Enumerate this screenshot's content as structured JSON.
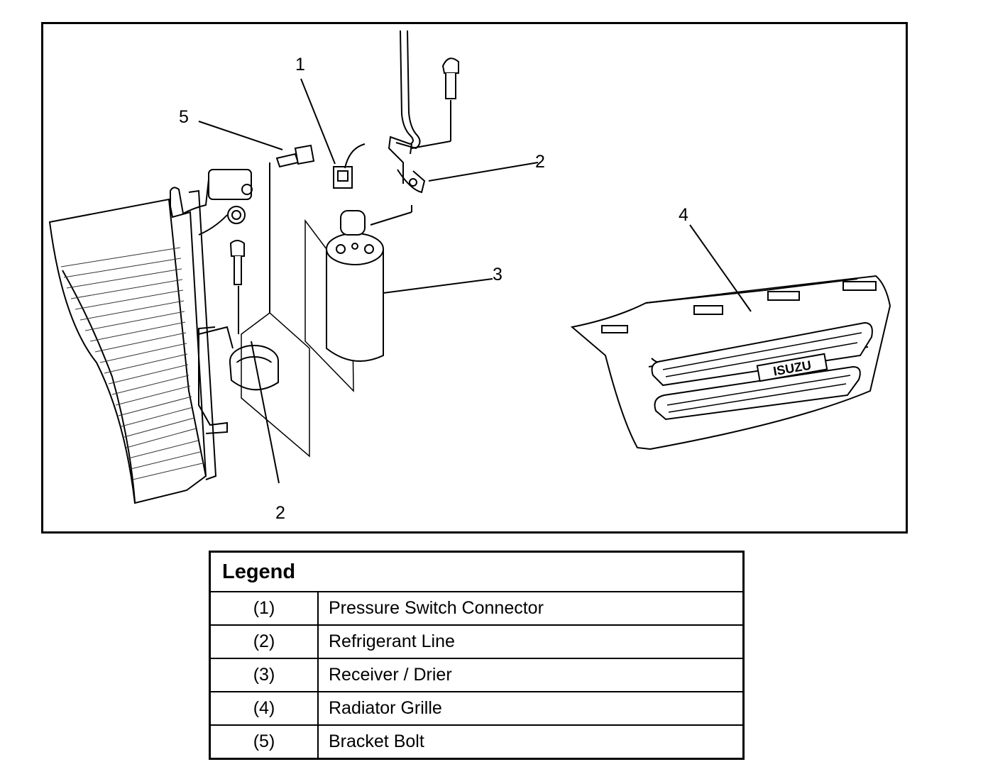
{
  "figure": {
    "callouts": [
      {
        "id": "c1",
        "text": "1"
      },
      {
        "id": "c2a",
        "text": "2"
      },
      {
        "id": "c2b",
        "text": "2"
      },
      {
        "id": "c3",
        "text": "3"
      },
      {
        "id": "c4",
        "text": "4"
      },
      {
        "id": "c5",
        "text": "5"
      }
    ],
    "grille_logo": "ISUZU"
  },
  "legend": {
    "title": "Legend",
    "rows": [
      {
        "num": "(1)",
        "desc": "Pressure Switch Connector"
      },
      {
        "num": "(2)",
        "desc": "Refrigerant Line"
      },
      {
        "num": "(3)",
        "desc": "Receiver / Drier"
      },
      {
        "num": "(4)",
        "desc": "Radiator Grille"
      },
      {
        "num": "(5)",
        "desc": "Bracket Bolt"
      }
    ]
  }
}
